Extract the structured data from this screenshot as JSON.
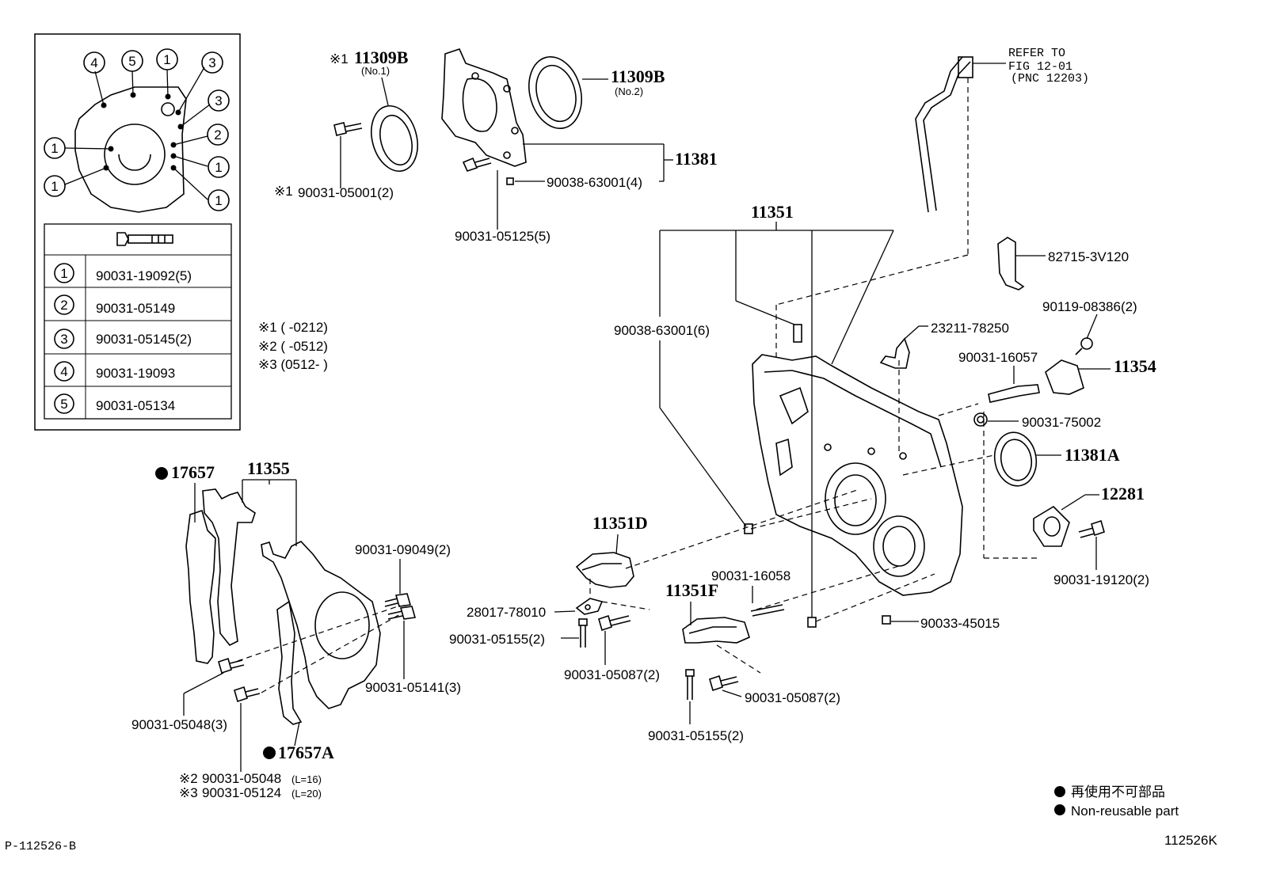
{
  "inset": {
    "callouts": [
      "1",
      "2",
      "3",
      "4",
      "5"
    ],
    "table": [
      {
        "num": "1",
        "part": "90031-19092(5)"
      },
      {
        "num": "2",
        "part": "90031-05149"
      },
      {
        "num": "3",
        "part": "90031-05145(2)"
      },
      {
        "num": "4",
        "part": "90031-19093"
      },
      {
        "num": "5",
        "part": "90031-05134"
      }
    ]
  },
  "notes": {
    "n1": "※1 (      -0212)",
    "n2": "※2 (      -0512)",
    "n3": "※3 (0512-      )",
    "m1": "※1",
    "m2": "※2",
    "m3": "※3"
  },
  "labels": {
    "p11309b": "11309B",
    "no1": "(No.1)",
    "no2": "(No.2)",
    "p90031_05001": "90031-05001(2)",
    "p11381": "11381",
    "p90038_63001_4": "90038-63001(4)",
    "p90031_05125": "90031-05125(5)",
    "refer1": "REFER TO",
    "refer2": "FIG 12-01",
    "refer3": "(PNC 12203)",
    "p11351": "11351",
    "p82715": "82715-3V120",
    "p90119": "90119-08386(2)",
    "p90038_63001_6": "90038-63001(6)",
    "p23211": "23211-78250",
    "p90031_16057": "90031-16057",
    "p11354": "11354",
    "p90031_75002": "90031-75002",
    "p11381a": "11381A",
    "p12281": "12281",
    "p90031_19120": "90031-19120(2)",
    "p17657": "17657",
    "p11355": "11355",
    "p90031_09049": "90031-09049(2)",
    "p90031_05141": "90031-05141(3)",
    "p90031_05048_3": "90031-05048(3)",
    "p17657a": "17657A",
    "p90031_05048_l": "90031-05048",
    "l16": "(L=16)",
    "p90031_05124": "90031-05124",
    "l20": "(L=20)",
    "p11351d": "11351D",
    "p28017": "28017-78010",
    "p90031_05155_a": "90031-05155(2)",
    "p90031_05087_a": "90031-05087(2)",
    "p11351f": "11351F",
    "p90031_16058": "90031-16058",
    "p90031_05087_b": "90031-05087(2)",
    "p90031_05155_b": "90031-05155(2)",
    "p90033": "90033-45015"
  },
  "legend": {
    "jp": "再使用不可部品",
    "en": "Non-reusable part"
  },
  "footer": {
    "left": "P-112526-B",
    "right": "112526K"
  }
}
